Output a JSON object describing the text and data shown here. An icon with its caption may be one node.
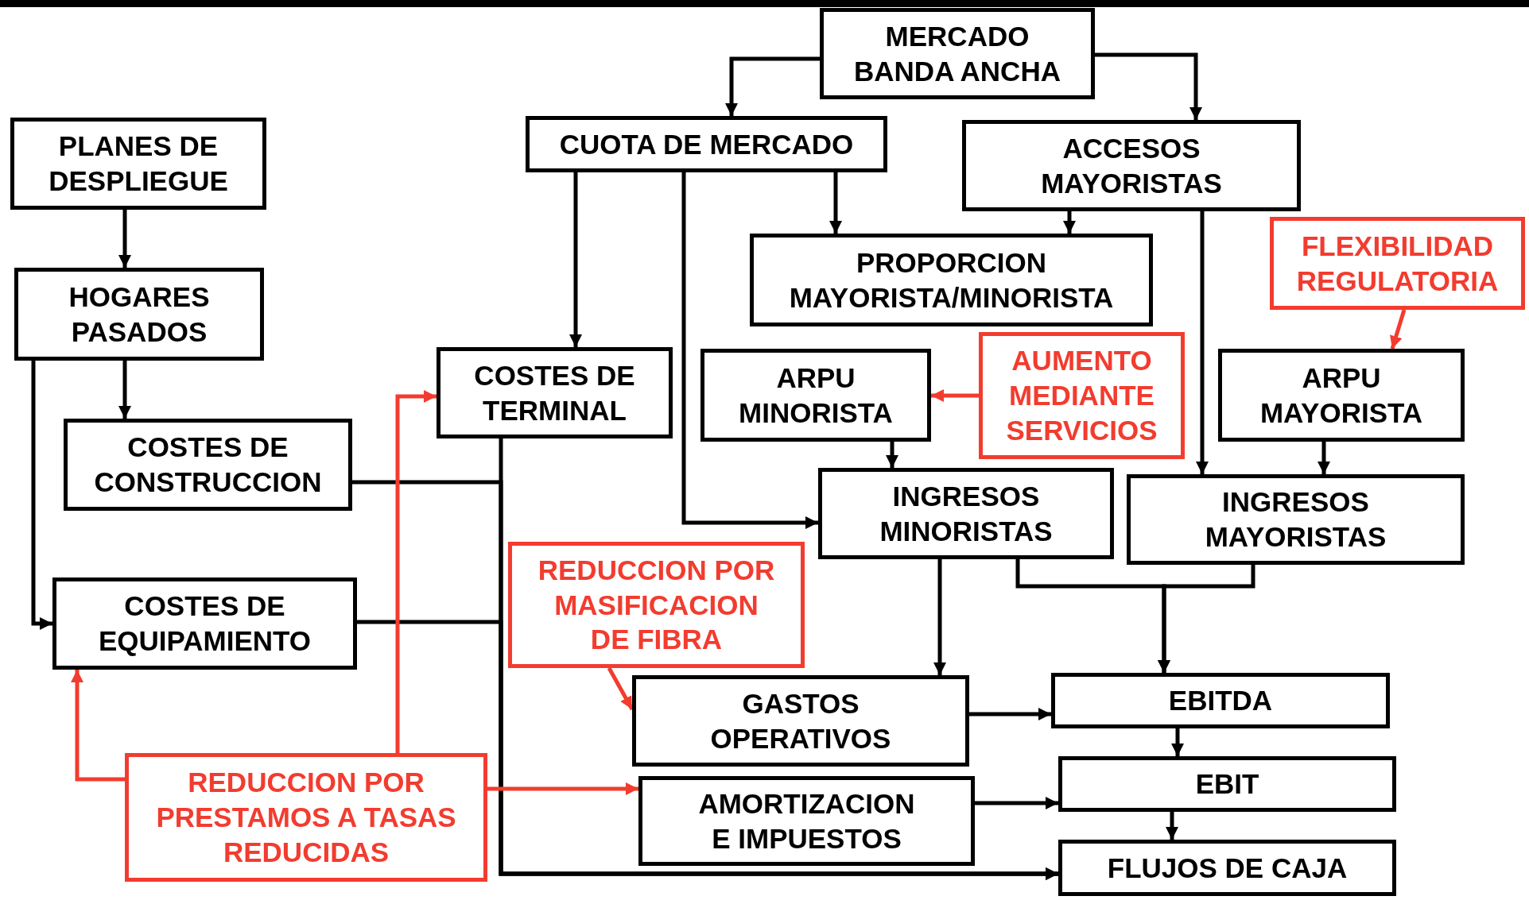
{
  "diagram": {
    "nodes": [
      {
        "text": [
          "MERCADO BANDA ANCHA"
        ]
      },
      {
        "text": [
          "PLANES DE DESPLIEGUE"
        ]
      },
      {
        "text": [
          "CUOTA DE MERCADO"
        ]
      },
      {
        "text": [
          "ACCESOS MAYORISTAS"
        ]
      },
      {
        "text": [
          "HOGARES PASADOS"
        ]
      },
      {
        "text": [
          "PROPORCION MAYORISTA/MINORISTA"
        ]
      },
      {
        "text": [
          "FLEXIBILIDAD REGULATORIA"
        ]
      },
      {
        "text": [
          "COSTES DE TERMINAL"
        ]
      },
      {
        "text": [
          "ARPU MINORISTA"
        ]
      },
      {
        "text": [
          "AUMENTO MEDIANTE SERVICIOS"
        ]
      },
      {
        "text": [
          "ARPU MAYORISTA"
        ]
      },
      {
        "text": [
          "COSTES DE CONSTRUCCION"
        ]
      },
      {
        "text": [
          "INGRESOS MINORISTAS"
        ]
      },
      {
        "text": [
          "INGRESOS MAYORISTAS"
        ]
      },
      {
        "text": [
          "REDUCCION POR MASIFICACION DE FIBRA"
        ]
      },
      {
        "text": [
          "COSTES DE EQUIPAMIENTO"
        ]
      },
      {
        "text": [
          "GASTOS OPERATIVOS"
        ]
      },
      {
        "text": [
          "EBITDA"
        ]
      },
      {
        "text": [
          "AMORTIZACION E IMPUESTOS"
        ]
      },
      {
        "text": [
          "EBIT"
        ]
      },
      {
        "text": [
          "REDUCCION POR PRESTAMOS A TASAS REDUCIDAS"
        ]
      },
      {
        "text": [
          "FLUJOS DE CAJA"
        ]
      }
    ],
    "edges": [
      {
        "from": 0,
        "to": 2,
        "arrow": "to"
      },
      {
        "from": 0,
        "to": 3,
        "arrow": "to"
      },
      {
        "from": 1,
        "to": 4,
        "arrow": "to"
      },
      {
        "from": 4,
        "to": 11,
        "arrow": "to"
      },
      {
        "from": 4,
        "to": 15,
        "arrow": "to"
      },
      {
        "from": 2,
        "to": 7,
        "arrow": "to"
      },
      {
        "from": 2,
        "to": 12,
        "arrow": "to"
      },
      {
        "from": 2,
        "to": 5,
        "arrow": "to"
      },
      {
        "from": 3,
        "to": 5,
        "arrow": "to"
      },
      {
        "from": 3,
        "to": 13,
        "arrow": "to"
      },
      {
        "from": 6,
        "to": 10,
        "arrow": "to",
        "color": "#f23c2f"
      },
      {
        "from": 9,
        "to": 8,
        "arrow": "to",
        "color": "#f23c2f"
      },
      {
        "from": 8,
        "to": 12,
        "arrow": "to"
      },
      {
        "from": 10,
        "to": 13,
        "arrow": "to"
      },
      {
        "from": 12,
        "to": 16,
        "arrow": "to"
      },
      {
        "from": 12,
        "to": 17,
        "arrow": "to"
      },
      {
        "from": 13,
        "to": 17,
        "arrow": "to"
      },
      {
        "from": 7,
        "to": 21,
        "arrow": "to"
      },
      {
        "from": 11,
        "to": 21,
        "arrow": "to"
      },
      {
        "from": 15,
        "to": 21,
        "arrow": "to"
      },
      {
        "from": 16,
        "to": 17,
        "arrow": "to"
      },
      {
        "from": 18,
        "to": 19,
        "arrow": "to"
      },
      {
        "from": 17,
        "to": 19,
        "arrow": "to"
      },
      {
        "from": 19,
        "to": 21,
        "arrow": "to"
      },
      {
        "from": 14,
        "to": 16,
        "arrow": "to",
        "color": "#f23c2f"
      },
      {
        "from": 20,
        "to": 15,
        "arrow": "to",
        "color": "#f23c2f"
      },
      {
        "from": 20,
        "to": 7,
        "arrow": "to",
        "color": "#f23c2f"
      },
      {
        "from": 20,
        "to": 18,
        "arrow": "to",
        "color": "#f23c2f"
      }
    ]
  }
}
